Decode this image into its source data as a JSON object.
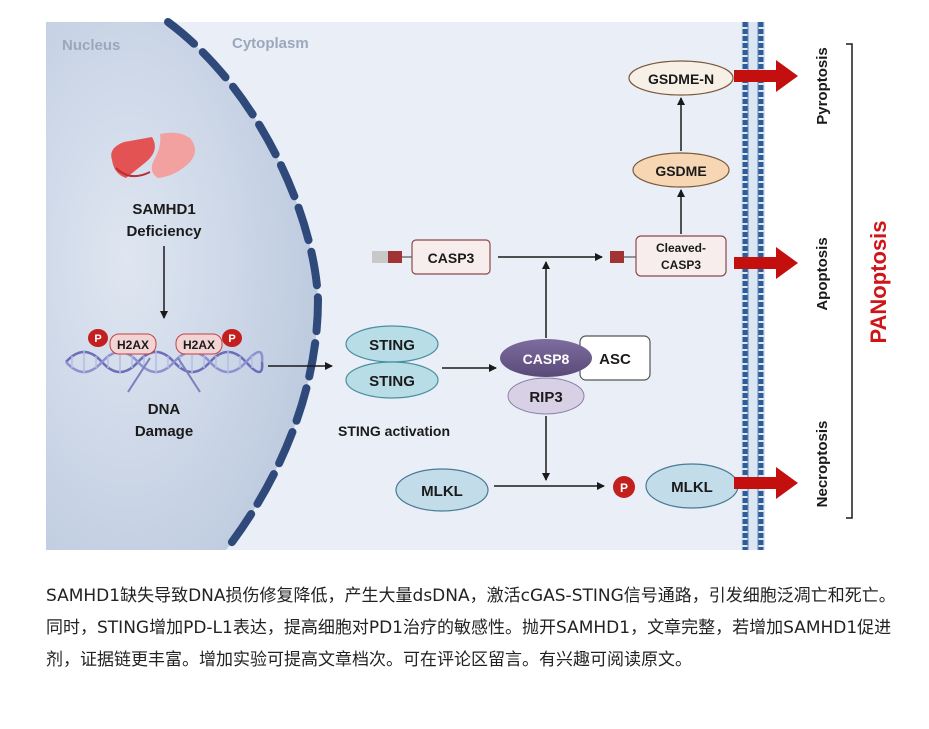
{
  "diagram": {
    "regions": {
      "nucleus": "Nucleus",
      "cytoplasm": "Cytoplasm"
    },
    "samhd1": {
      "line1": "SAMHD1",
      "line2": "Deficiency"
    },
    "dna_damage": {
      "line1": "DNA",
      "line2": "Damage",
      "h2ax_left": "H2AX",
      "h2ax_right": "H2AX",
      "phospho": "P"
    },
    "sting": {
      "top": "STING",
      "bottom": "STING",
      "caption": "STING activation"
    },
    "complex": {
      "casp8": "CASP8",
      "asc": "ASC",
      "rip3": "RIP3"
    },
    "casp3": "CASP3",
    "cleaved_casp3": {
      "line1": "Cleaved-",
      "line2": "CASP3"
    },
    "gsdme": "GSDME",
    "gsdme_n": "GSDME-N",
    "mlkl": "MLKL",
    "p_mlkl": {
      "phospho": "P",
      "label": "MLKL"
    },
    "outcomes": {
      "pyroptosis": "Pyroptosis",
      "apoptosis": "Apoptosis",
      "necroptosis": "Necroptosis"
    },
    "panoptosis": "PANoptosis",
    "colors": {
      "background": "#e9eef7",
      "nucleus": "#c9d4e6",
      "nuclear_envelope": "#2f4a7a",
      "sting_fill": "#b9dde6",
      "casp8_fill": "#6b5b8c",
      "outcome_arrow": "#c3100e",
      "panoptosis_text": "#d0151a"
    }
  },
  "caption": {
    "text": "SAMHD1缺失导致DNA损伤修复降低，产生大量dsDNA，激活cGAS-STING信号通路，引发细胞泛凋亡和死亡。同时，STING增加PD-L1表达，提高细胞对PD1治疗的敏感性。抛开SAMHD1，文章完整，若增加SAMHD1促进剂，证据链更丰富。增加实验可提高文章档次。可在评论区留言。有兴趣可阅读原文。"
  }
}
